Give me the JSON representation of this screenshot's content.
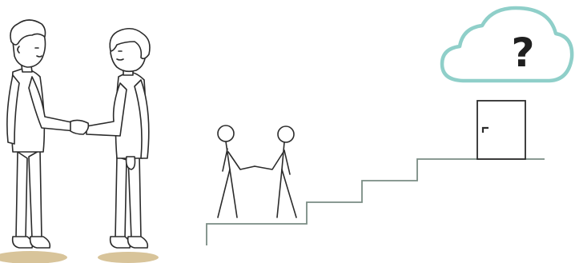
{
  "illustration": {
    "cloud_symbol": "?",
    "colors": {
      "line": "#2b2b2b",
      "stair_line": "#7a8c84",
      "cloud_outline": "#8fcfc9",
      "shadow": "#d8c49a"
    },
    "elements": {
      "left_scene": "two-people-handshake",
      "middle_scene": "stick-figures-handshake",
      "right_scene": "stairs-to-door",
      "thought": "cloud-with-question-mark"
    }
  }
}
